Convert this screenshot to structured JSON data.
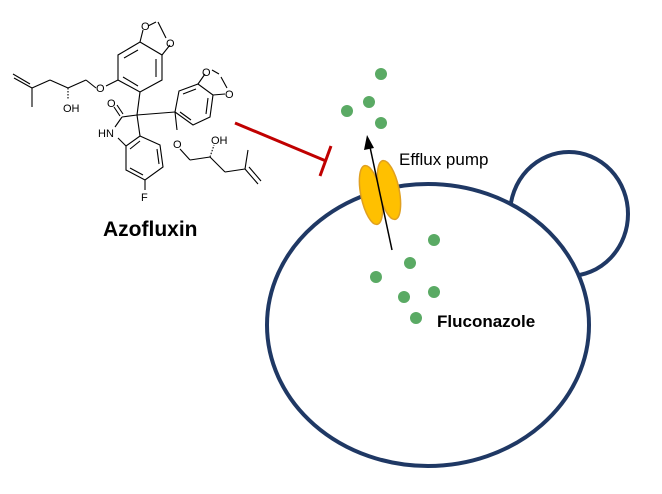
{
  "molecule": {
    "name": "Azofluxin",
    "atoms": {
      "O": "O",
      "OH": "OH",
      "HN": "HN",
      "F": "F"
    }
  },
  "labels": {
    "efflux_pump": "Efflux pump",
    "fluconazole": "Fluconazole"
  },
  "colors": {
    "cell_outline": "#1f3864",
    "pump_fill": "#ffc000",
    "pump_stroke": "#e0a020",
    "drug_dot": "#5aaa64",
    "inhibition": "#c00000"
  }
}
